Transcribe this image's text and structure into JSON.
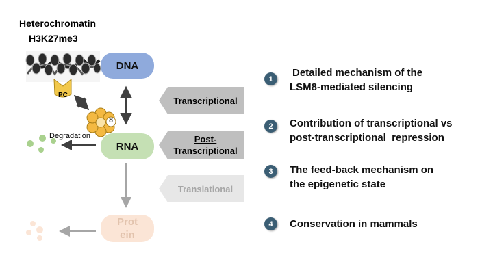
{
  "header": {
    "line1": "Heterochromatin",
    "line2": "H3K27me3"
  },
  "nodes": {
    "dna": "DNA",
    "rna": "RNA",
    "protein_line1": "Prot",
    "protein_line2": "ein"
  },
  "labels": {
    "degradation": "Degradation",
    "pc": "PC",
    "lsm_badge": "8"
  },
  "regulation": {
    "transcriptional": "Transcriptional",
    "post_line1": "Post-",
    "post_line2": "Transcriptional",
    "translational": "Translational"
  },
  "questions": [
    {
      "num": "1",
      "line1": "Detailed mechanism of the",
      "line2": "LSM8-mediated silencing"
    },
    {
      "num": "2",
      "line1": "Contribution of transcriptional vs",
      "line2": "post-transcriptional  repression"
    },
    {
      "num": "3",
      "line1": "The feed-back mechanism on",
      "line2": "the epigenetic state"
    },
    {
      "num": "4",
      "line1": "Conservation in mammals",
      "line2": ""
    }
  ],
  "colors": {
    "dna": "#8faadc",
    "rna": "#c5e0b4",
    "protein": "#fbe5d6",
    "tab_dark": "#bfbfbf",
    "tab_light": "#e7e7e7",
    "circle": "#3b5e74",
    "lsm": "#f4b942"
  }
}
